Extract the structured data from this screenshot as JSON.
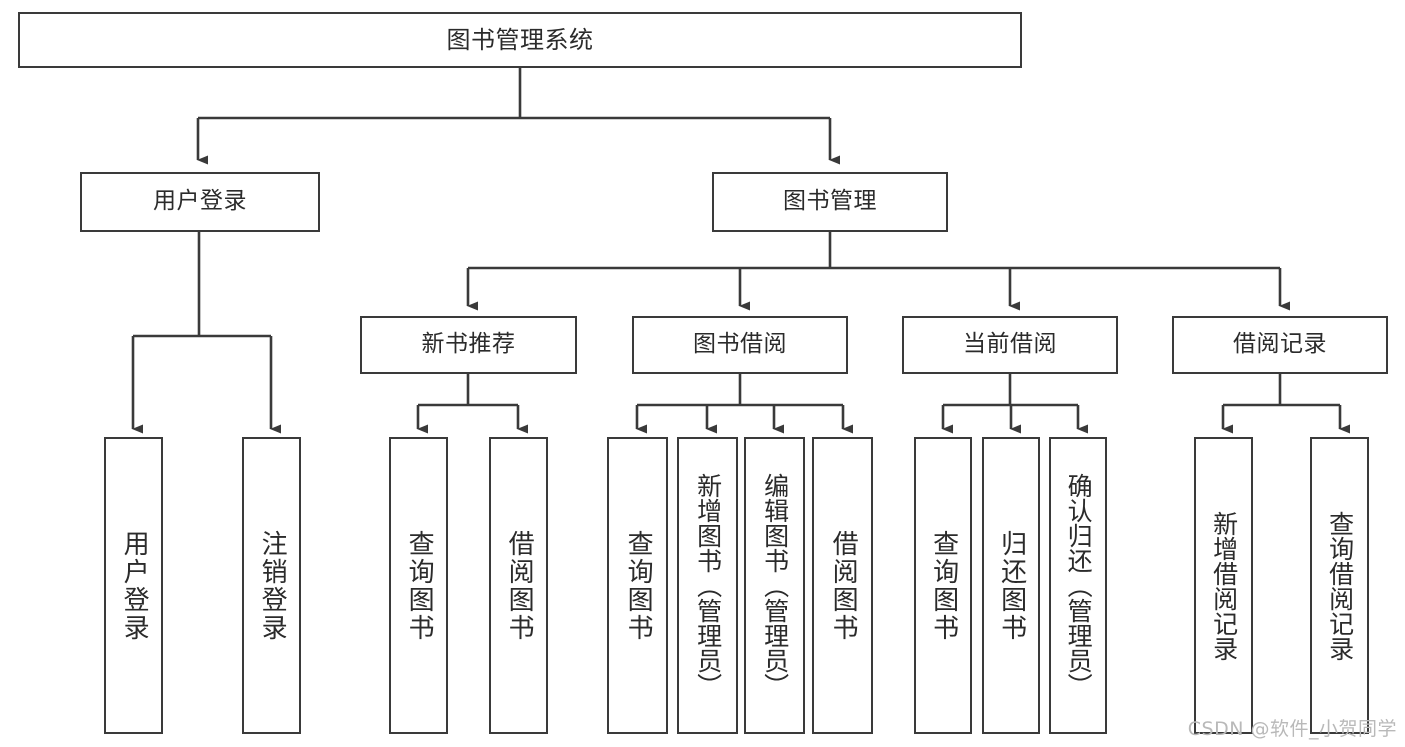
{
  "diagram": {
    "title_text": "图书管理系统",
    "type": "hierarchy-tree",
    "stroke_color": "#3a3a3a",
    "text_color": "#2b2b2b",
    "background_color": "#ffffff",
    "watermark": "CSDN @软件_小贺同学"
  },
  "nodes": {
    "root": {
      "label": "图书管理系统"
    },
    "level2": [
      {
        "label": "用户登录"
      },
      {
        "label": "图书管理"
      }
    ],
    "level3": [
      {
        "label": "新书推荐"
      },
      {
        "label": "图书借阅"
      },
      {
        "label": "当前借阅"
      },
      {
        "label": "借阅记录"
      }
    ],
    "leaves": {
      "user_login": [
        {
          "label": "用户登录"
        },
        {
          "label": "注销登录"
        }
      ],
      "new_book_recommend": [
        {
          "label": "查询图书"
        },
        {
          "label": "借阅图书"
        }
      ],
      "book_borrow": [
        {
          "label": "查询图书"
        },
        {
          "label": "新增图书（管理员）"
        },
        {
          "label": "编辑图书（管理员）"
        },
        {
          "label": "借阅图书"
        }
      ],
      "current_borrow": [
        {
          "label": "查询图书"
        },
        {
          "label": "归还图书"
        },
        {
          "label": "确认归还（管理员）"
        }
      ],
      "borrow_records": [
        {
          "label": "新增借阅记录"
        },
        {
          "label": "查询借阅记录"
        }
      ]
    }
  }
}
